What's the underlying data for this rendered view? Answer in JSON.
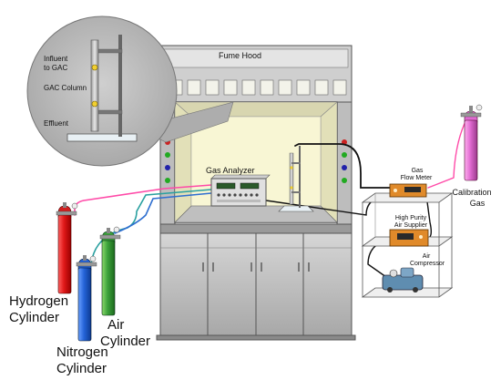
{
  "labels": {
    "fume_hood": "Fume Hood",
    "influent": [
      "Influent",
      "to GAC"
    ],
    "gac_column": "GAC Column",
    "effluent": "Effluent",
    "gas_analyzer": "Gas Analyzer",
    "gas_flow_meter": [
      "Gas",
      "Flow Meter"
    ],
    "high_purity_air_supplier": [
      "High Purity",
      "Air Supplier"
    ],
    "air_compressor": [
      "Air",
      "Compressor"
    ],
    "calibration_gas": [
      "Calibration",
      "Gas"
    ],
    "hydrogen_cylinder": [
      "Hydrogen",
      "Cylinder"
    ],
    "nitrogen_cylinder": [
      "Nitrogen",
      "Cylinder"
    ],
    "air_cylinder": [
      "Air",
      "Cylinder"
    ]
  },
  "colors": {
    "hydrogen_cylinder": "#e01818",
    "nitrogen_cylinder": "#2463d8",
    "air_cylinder": "#3aa03a",
    "calibration_cylinder": "#e06ad0",
    "pink_tubing": "#ff4aa8",
    "teal_tubing": "#2aa0a0",
    "blue_tubing": "#2f6fd0",
    "hood_body": "#c8c8c8",
    "zoom_bubble": "#b8b8b8",
    "analyzer_body": "#e0e0e0",
    "instrument_orange": "#e08a2a"
  },
  "icons": [
    "fume-hood-icon",
    "gac-column-icon",
    "gas-analyzer-icon",
    "flow-meter-icon",
    "air-supplier-icon",
    "air-compressor-icon",
    "gas-cylinder-icon"
  ]
}
